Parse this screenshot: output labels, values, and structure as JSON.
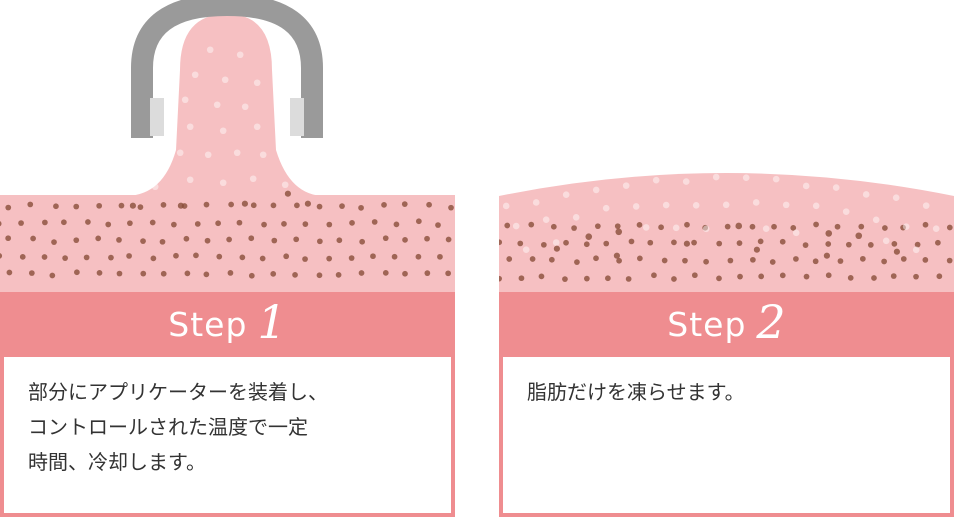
{
  "colors": {
    "accent": "#ef8d90",
    "skin": "#f6c0c2",
    "fat_cell": "#eeb434",
    "frozen_fat_cell": "#a9902e",
    "cooled_cell": "#2fa7d6",
    "applicator": "#9a9a9a",
    "text": "#333333"
  },
  "steps": [
    {
      "label": "Step",
      "number": "1",
      "description": "部分にアプリケーターを装着し、\nコントロールされた温度で一定\n時間、冷却します。"
    },
    {
      "label": "Step",
      "number": "2",
      "description": "脂肪だけを凍らせます。"
    }
  ]
}
